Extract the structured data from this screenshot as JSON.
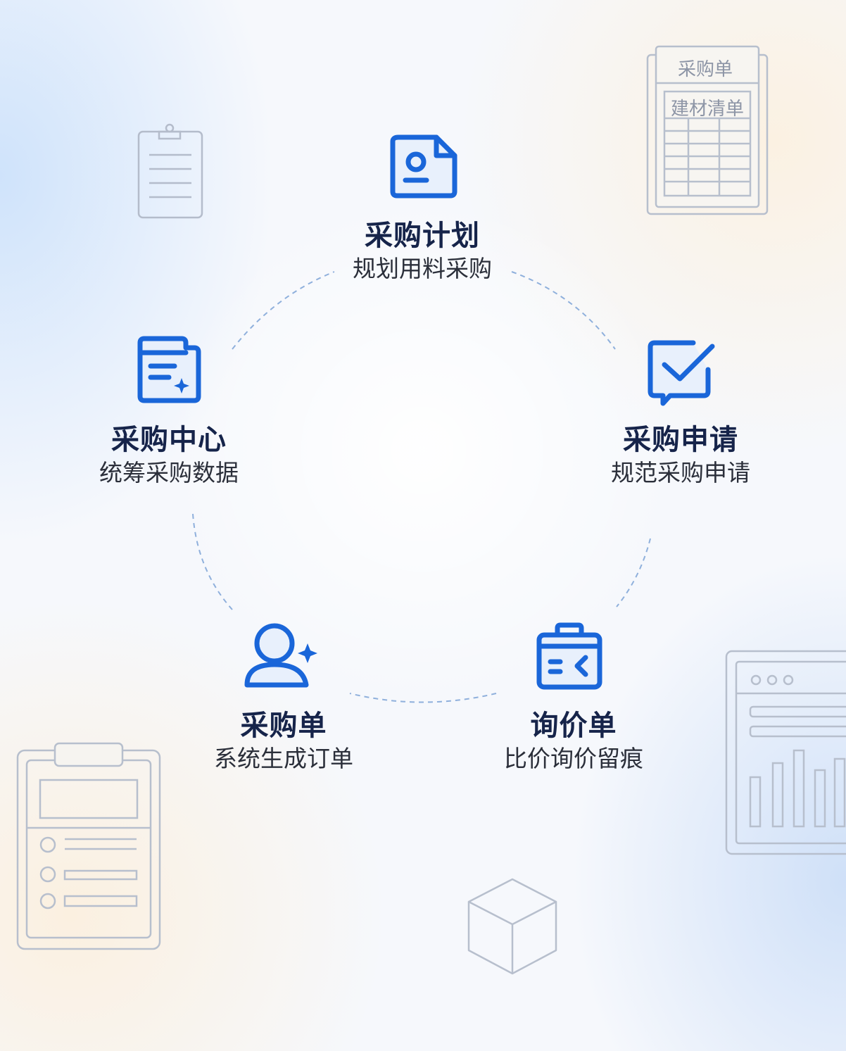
{
  "colors": {
    "accent": "#1a66d9",
    "icon_fill": "#e8f0fc",
    "title_text": "#16244a",
    "subtitle_text": "#2b2f3a",
    "deco_line": "#aab3c4",
    "dashed_ring": "#8fb0dc"
  },
  "nodes": [
    {
      "id": "plan",
      "icon": "document-user-icon",
      "title": "采购计划",
      "subtitle": "规划用料采购"
    },
    {
      "id": "request",
      "icon": "checkmark-chat-icon",
      "title": "采购申请",
      "subtitle": "规范采购申请"
    },
    {
      "id": "inquiry",
      "icon": "briefcase-icon",
      "title": "询价单",
      "subtitle": "比价询价留痕"
    },
    {
      "id": "order",
      "icon": "user-sparkle-icon",
      "title": "采购单",
      "subtitle": "系统生成订单"
    },
    {
      "id": "center",
      "icon": "folder-list-icon",
      "title": "采购中心",
      "subtitle": "统筹采购数据"
    }
  ],
  "decorations": {
    "purchase_sheet": {
      "header": "采购单",
      "subheader": "建材清单"
    },
    "other_icons": [
      "clipboard-icon",
      "form-clipboard-icon",
      "bar-chart-window-icon",
      "cube-icon"
    ]
  }
}
